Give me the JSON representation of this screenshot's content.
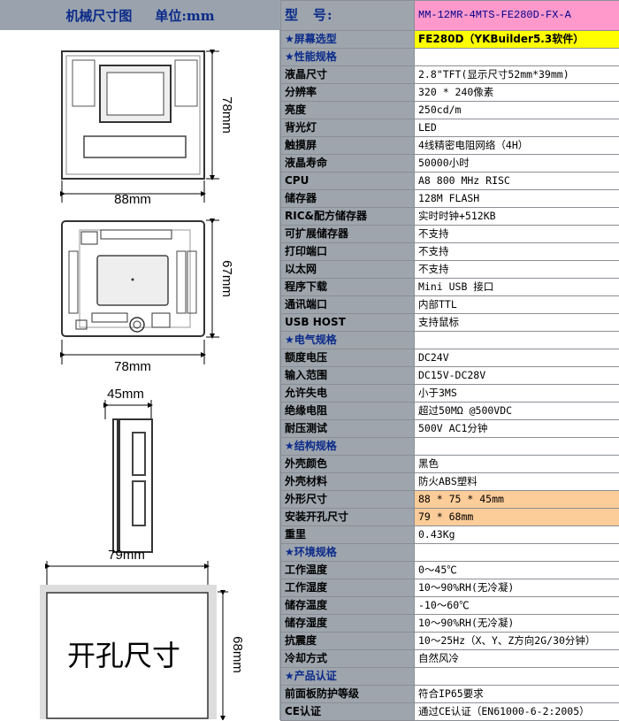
{
  "left": {
    "title": "机械尺寸图",
    "unit": "单位:mm",
    "dims": {
      "front_w": "88mm",
      "front_h": "78mm",
      "back_w": "78mm",
      "back_h": "67mm",
      "side_d": "45mm",
      "cut_w": "79mm",
      "cut_h": "68mm",
      "cut_label": "开孔尺寸"
    }
  },
  "header": {
    "key": "型　号:",
    "value": "MM-12MR-4MTS-FE280D-FX-A"
  },
  "rows": [
    {
      "k": "★屏幕选型",
      "v": "FE280D（YKBuilder5.3软件）",
      "style": "yellow",
      "sec": true
    },
    {
      "k": "★性能规格",
      "v": "",
      "style": "",
      "sec": true
    },
    {
      "k": "液晶尺寸",
      "v": "2.8\"TFT(显示尺寸52mm*39mm)",
      "style": ""
    },
    {
      "k": "分辨率",
      "v": "320 * 240像素",
      "style": ""
    },
    {
      "k": "亮度",
      "v": "250cd/m",
      "style": ""
    },
    {
      "k": "背光灯",
      "v": "LED",
      "style": ""
    },
    {
      "k": "触摸屏",
      "v": "4线精密电阻网络（4H）",
      "style": ""
    },
    {
      "k": "液晶寿命",
      "v": "50000小时",
      "style": ""
    },
    {
      "k": "CPU",
      "v": "A8 800 MHz RISC",
      "style": ""
    },
    {
      "k": "储存器",
      "v": "128M FLASH",
      "style": ""
    },
    {
      "k": "RIC&配方储存器",
      "v": "实时时钟+512KB",
      "style": ""
    },
    {
      "k": "可扩展储存器",
      "v": "不支持",
      "style": ""
    },
    {
      "k": "打印端口",
      "v": "不支持",
      "style": ""
    },
    {
      "k": "以太网",
      "v": "不支持",
      "style": ""
    },
    {
      "k": "程序下载",
      "v": "Mini USB 接口",
      "style": ""
    },
    {
      "k": "通讯端口",
      "v": "内部TTL",
      "style": ""
    },
    {
      "k": "USB HOST",
      "v": "支持鼠标",
      "style": ""
    },
    {
      "k": "★电气规格",
      "v": "",
      "style": "",
      "sec": true
    },
    {
      "k": "额度电压",
      "v": "DC24V",
      "style": ""
    },
    {
      "k": "输入范围",
      "v": "DC15V-DC28V",
      "style": ""
    },
    {
      "k": "允许失电",
      "v": "小于3MS",
      "style": ""
    },
    {
      "k": "绝缘电阻",
      "v": "超过50MΩ @500VDC",
      "style": ""
    },
    {
      "k": "耐压测试",
      "v": "500V AC1分钟",
      "style": ""
    },
    {
      "k": "★结构规格",
      "v": "",
      "style": "",
      "sec": true
    },
    {
      "k": "外壳颜色",
      "v": "黑色",
      "style": ""
    },
    {
      "k": "外壳材料",
      "v": "防火ABS塑料",
      "style": ""
    },
    {
      "k": "外形尺寸",
      "v": "88 * 75 * 45mm",
      "style": "peach"
    },
    {
      "k": "安装开孔尺寸",
      "v": "79 * 68mm",
      "style": "peach"
    },
    {
      "k": "重里",
      "v": "0.43Kg",
      "style": ""
    },
    {
      "k": "★环境规格",
      "v": "",
      "style": "",
      "sec": true
    },
    {
      "k": "工作温度",
      "v": "0～45℃",
      "style": ""
    },
    {
      "k": "工作湿度",
      "v": "10～90%RH(无冷凝)",
      "style": ""
    },
    {
      "k": "储存温度",
      "v": "-10～60℃",
      "style": ""
    },
    {
      "k": "储存湿度",
      "v": "10～90%RH(无冷凝)",
      "style": ""
    },
    {
      "k": "抗震度",
      "v": "10～25Hz（X、Y、Z方向2G/30分钟）",
      "style": ""
    },
    {
      "k": "冷却方式",
      "v": "自然风冷",
      "style": ""
    },
    {
      "k": "★产品认证",
      "v": "",
      "style": "",
      "sec": true
    },
    {
      "k": "前面板防护等级",
      "v": "符合IP65要求",
      "style": ""
    },
    {
      "k": "CE认证",
      "v": "通过CE认证（EN61000-6-2:2005）",
      "style": ""
    }
  ]
}
